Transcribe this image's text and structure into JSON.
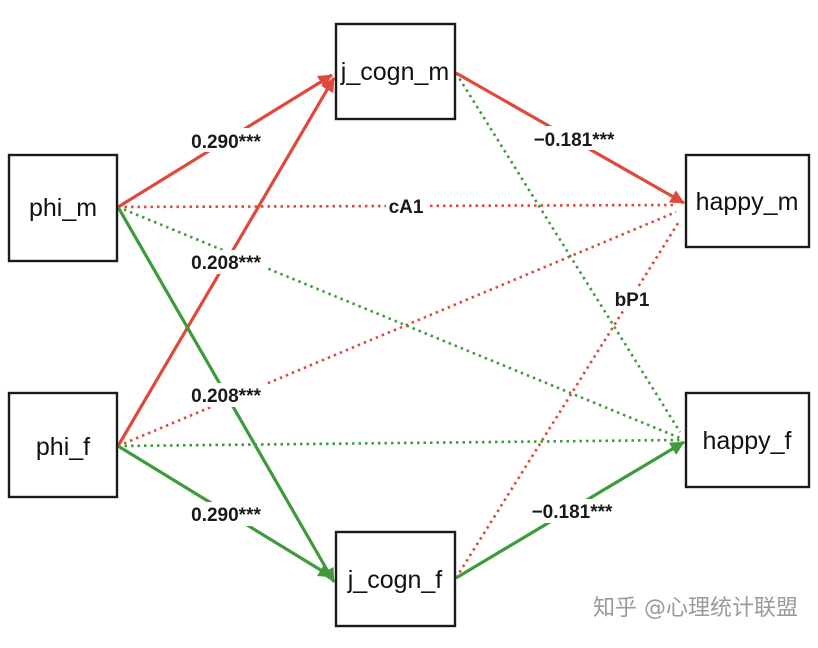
{
  "nodes": {
    "phi_m": "phi_m",
    "phi_f": "phi_f",
    "j_cogn_m": "j_cogn_m",
    "j_cogn_f": "j_cogn_f",
    "happy_m": "happy_m",
    "happy_f": "happy_f"
  },
  "edges": {
    "phi_m_to_jcogn_m": "0.290***",
    "phi_f_to_jcogn_m": "0.208***",
    "phi_m_to_jcogn_f": "0.208***",
    "phi_f_to_jcogn_f": "0.290***",
    "jcogn_m_to_happy_m": "−0.181***",
    "jcogn_f_to_happy_f": "−0.181***",
    "phi_m_to_happy_m": "cA1",
    "jcogn_m_to_happy_f": "bP1"
  },
  "colors": {
    "red": "#e0483a",
    "green": "#3f9a3a",
    "border": "#1a1a1a"
  },
  "watermark": "知乎 @心理统计联盟"
}
